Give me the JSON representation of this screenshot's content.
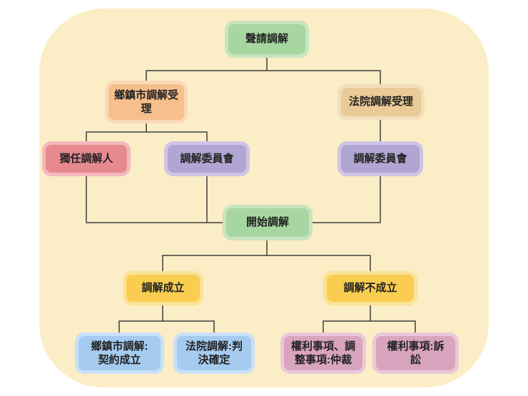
{
  "canvas": {
    "background": "#ffffff",
    "panel_color": "#FBEDC5",
    "line_color": "#3f3f3f",
    "text_color": "#222222"
  },
  "nodes": {
    "apply": {
      "label": "聲請調解",
      "fill": "#A7D6A0",
      "glow": "#C8E5C0"
    },
    "town_accept": {
      "label": "鄉鎮市調解受\n理",
      "fill": "#F6BF8B",
      "glow": "#FAD9B8"
    },
    "court_accept": {
      "label": "法院調解受理",
      "fill": "#EACA96",
      "glow": "#F3DEBB"
    },
    "sole_mediator": {
      "label": "獨任調解人",
      "fill": "#E78A90",
      "glow": "#F4B9BC"
    },
    "committee_town": {
      "label": "調解委員會",
      "fill": "#B1A6D3",
      "glow": "#CEC5E5"
    },
    "committee_court": {
      "label": "調解委員會",
      "fill": "#B1A6D3",
      "glow": "#CEC5E5"
    },
    "begin": {
      "label": "開始調解",
      "fill": "#A7D6A0",
      "glow": "#C8E5C0"
    },
    "success": {
      "label": "調解成立",
      "fill": "#F8CD50",
      "glow": "#FBE297"
    },
    "fail": {
      "label": "調解不成立",
      "fill": "#F8CD50",
      "glow": "#FBE297"
    },
    "town_result": {
      "label": "鄉鎮市調解:\n契約成立",
      "fill": "#A5CBEF",
      "glow": "#C9E0F7"
    },
    "court_result": {
      "label": "法院調解:判\n決確定",
      "fill": "#A5CBEF",
      "glow": "#C9E0F7"
    },
    "arbitration": {
      "label": "權利事項、調\n整事項:仲裁",
      "fill": "#D9A4BE",
      "glow": "#EBC9D9"
    },
    "litigation": {
      "label": "權利事項:訴\n訟",
      "fill": "#D9A4BE",
      "glow": "#EBC9D9"
    }
  }
}
